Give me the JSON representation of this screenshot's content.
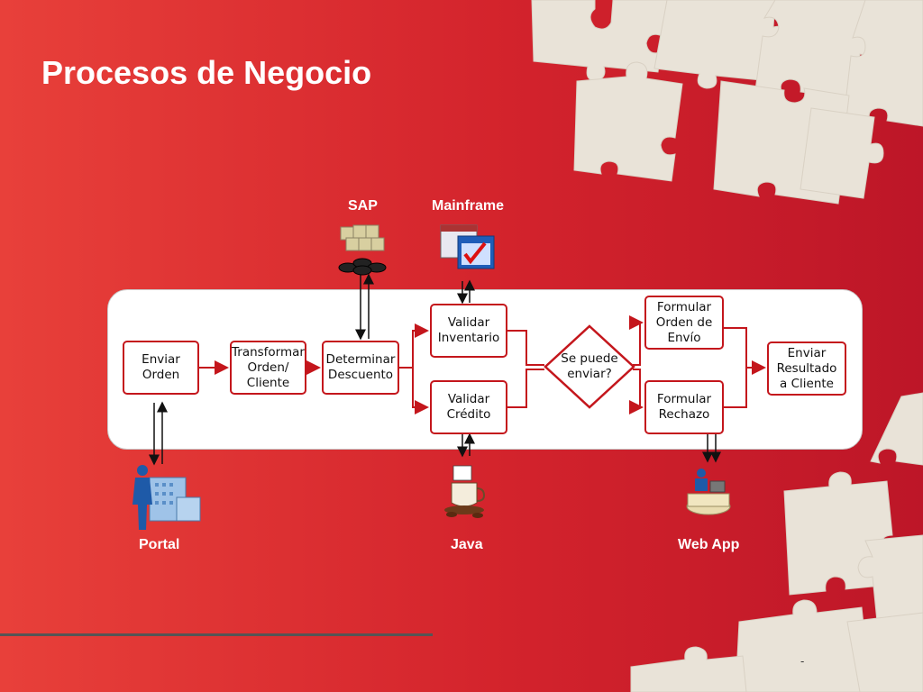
{
  "title": "Procesos de Negocio",
  "systems": {
    "sap": "SAP",
    "mainframe": "Mainframe",
    "portal": "Portal",
    "java": "Java",
    "webapp": "Web App"
  },
  "nodes": {
    "enviar_orden": "Enviar\nOrden",
    "transformar": "Transformar\nOrden/\nCliente",
    "determinar": "Determinar\nDescuento",
    "validar_inventario": "Validar\nInventario",
    "validar_credito": "Validar\nCrédito",
    "decision": "Se puede\nenviar?",
    "formular_envio": "Formular\nOrden de\nEnvío",
    "formular_rechazo": "Formular\nRechazo",
    "enviar_resultado": "Enviar\nResultado\na Cliente"
  },
  "icons": {
    "sap": "server-cubes-icon",
    "mainframe": "calendar-check-icon",
    "portal": "person-building-icon",
    "java": "coffee-cup-icon",
    "webapp": "person-desk-icon"
  },
  "colors": {
    "background_left": "#e8403a",
    "background_right": "#bd1628",
    "accent": "#c4161c",
    "puzzle": "#e9e3d8"
  },
  "footer_mark": "-"
}
